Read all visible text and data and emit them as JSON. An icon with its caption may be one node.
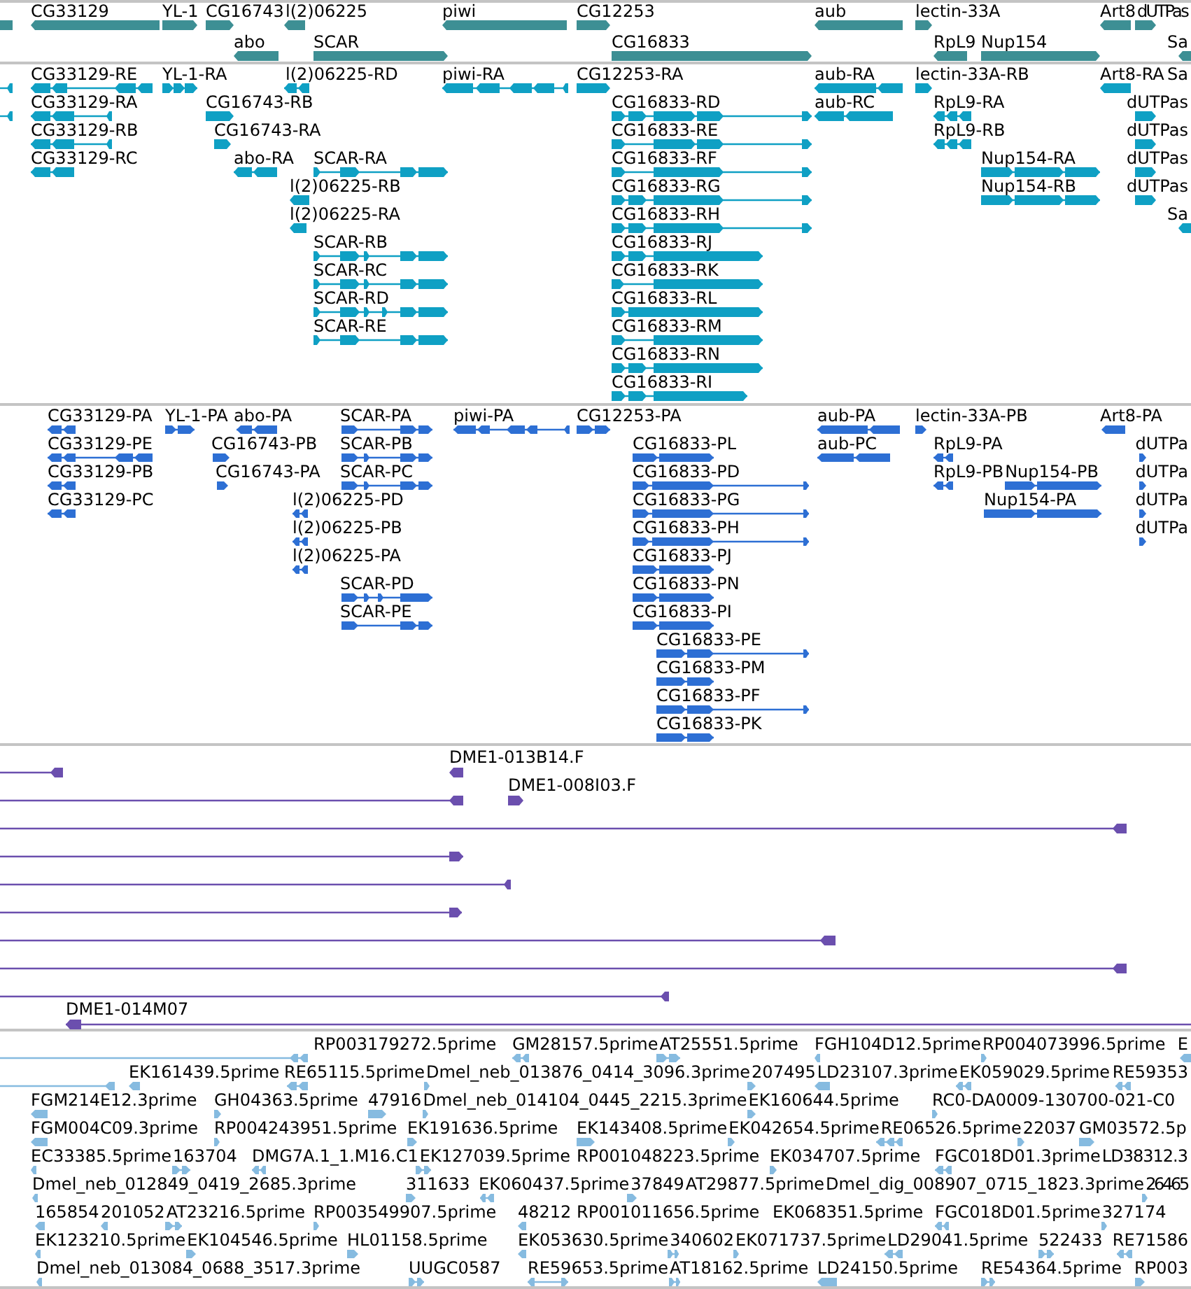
{
  "diagram": {
    "labels": [
      "CG33129",
      "YL-1",
      "CG16743",
      "l(2)06225",
      "piwi",
      "CG12253",
      "aub",
      "lectin-33A",
      "Art8",
      "dUTPas",
      "abo",
      "SCAR",
      "CG16833",
      "RpL9",
      "Nup154",
      "Sa",
      "CG33129-RE",
      "YL-1-RA",
      "l(2)06225-RD",
      "piwi-RA",
      "CG12253-RA",
      "aub-RA",
      "lectin-33A-RB",
      "Art8-RA",
      "Sa",
      "CG33129-RA",
      "CG16743-RB",
      "CG16833-RD",
      "aub-RC",
      "RpL9-RA",
      "dUTPas",
      "CG33129-RB",
      "CG16743-RA",
      "CG16833-RE",
      "RpL9-RB",
      "dUTPas",
      "CG33129-RC",
      "abo-RA",
      "SCAR-RA",
      "CG16833-RF",
      "Nup154-RA",
      "dUTPas",
      "l(2)06225-RB",
      "CG16833-RG",
      "Nup154-RB",
      "dUTPas",
      "l(2)06225-RA",
      "CG16833-RH",
      "Sa",
      "SCAR-RB",
      "CG16833-RJ",
      "SCAR-RC",
      "CG16833-RK",
      "SCAR-RD",
      "CG16833-RL",
      "SCAR-RE",
      "CG16833-RM",
      "CG16833-RN",
      "CG16833-RI",
      "CG33129-PA",
      "YL-1-PA",
      "abo-PA",
      "SCAR-PA",
      "piwi-PA",
      "CG12253-PA",
      "aub-PA",
      "lectin-33A-PB",
      "Art8-PA",
      "CG33129-PE",
      "CG16743-PB",
      "SCAR-PB",
      "CG16833-PL",
      "aub-PC",
      "RpL9-PA",
      "dUTPa",
      "CG33129-PB",
      "CG16743-PA",
      "SCAR-PC",
      "CG16833-PD",
      "RpL9-PB",
      "Nup154-PB",
      "dUTPa",
      "CG33129-PC",
      "l(2)06225-PD",
      "CG16833-PG",
      "Nup154-PA",
      "dUTPa",
      "l(2)06225-PB",
      "CG16833-PH",
      "dUTPa",
      "l(2)06225-PA",
      "CG16833-PJ",
      "SCAR-PD",
      "CG16833-PN",
      "SCAR-PE",
      "CG16833-PI",
      "CG16833-PE",
      "CG16833-PM",
      "CG16833-PF",
      "CG16833-PK",
      "DME1-013B14.F",
      "DME1-008I03.F",
      "DME1-014M07",
      "RP003179272.5prime",
      "GM28157.5prime",
      "AT25551.5prime",
      "FGH104D12.5prime",
      "RP004073996.5prime",
      "E",
      "EK161439.5prime",
      "RE65115.5prime",
      "Dmel_neb_013876_0414_3096.3prime",
      "207495",
      "LD23107.3prime",
      "EK059029.5prime",
      "RE59353",
      "FGM214E12.3prime",
      "GH04363.5prime",
      "47916",
      "Dmel_neb_014104_0445_2215.3prime",
      "EK160644.5prime",
      "RC0-DA0009-130700-021-C0",
      "FGM004C09.3prime",
      "RP004243951.5prime",
      "EK191636.5prime",
      "EK143408.5prime",
      "EK042654.5prime",
      "RE06526.5prime",
      "22037",
      "GM03572.5p",
      "EC33385.5prime",
      "163704",
      "DMG7A.1_1.M16.C1",
      "EK127039.5prime",
      "RP001048223.5prime",
      "EK034707.5prime",
      "FGC018D01.3prime",
      "LD38312.3",
      "Dmel_neb_012849_0419_2685.3prime",
      "311633",
      "EK060437.5prime",
      "37849",
      "AT29877.5prime",
      "Dmel_dig_008907_0715_1823.3prime",
      "26465",
      "165854",
      "201052",
      "AT23216.5prime",
      "RP003549907.5prime",
      "48212",
      "RP001011656.5prime",
      "EK068351.5prime",
      "FGC018D01.5prime",
      "327174",
      "EK123210.5prime",
      "EK104546.5prime",
      "HL01158.5prime",
      "EK053630.5prime",
      "340602",
      "EK071737.5prime",
      "LD29041.5prime",
      "522433",
      "RE71586",
      "Dmel_neb_013084_0688_3517.3prime",
      "UUGC0587",
      "RE59653.5prime",
      "AT18162.5prime",
      "LD24150.5prime",
      "RE54364.5prime",
      "RP003"
    ]
  }
}
